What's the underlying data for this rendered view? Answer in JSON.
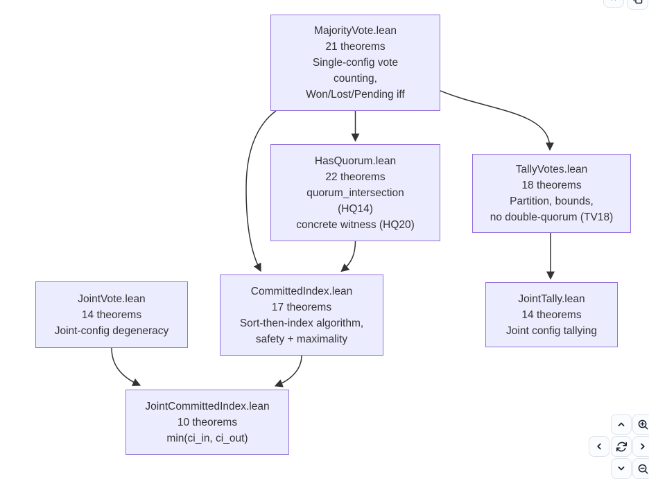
{
  "theme": {
    "canvas_bg": "#ffffff",
    "node_fill": "#ECECFF",
    "node_border": "#9370DB",
    "node_text": "#333333",
    "edge_color": "#333333"
  },
  "diagram": {
    "nodes": [
      {
        "id": "MajorityVote.lean",
        "lines": [
          "MajorityVote.lean",
          "21 theorems",
          "Single-config vote",
          "counting,",
          "Won/Lost/Pending iff"
        ]
      },
      {
        "id": "HasQuorum.lean",
        "lines": [
          "HasQuorum.lean",
          "22 theorems",
          "quorum_intersection",
          "(HQ14)",
          "concrete witness (HQ20)"
        ]
      },
      {
        "id": "TallyVotes.lean",
        "lines": [
          "TallyVotes.lean",
          "18 theorems",
          "Partition, bounds,",
          "no double-quorum (TV18)"
        ]
      },
      {
        "id": "CommittedIndex.lean",
        "lines": [
          "CommittedIndex.lean",
          "17 theorems",
          "Sort-then-index algorithm,",
          "safety + maximality"
        ]
      },
      {
        "id": "JointVote.lean",
        "lines": [
          "JointVote.lean",
          "14 theorems",
          "Joint-config degeneracy"
        ]
      },
      {
        "id": "JointTally.lean",
        "lines": [
          "JointTally.lean",
          "14 theorems",
          "Joint config tallying"
        ]
      },
      {
        "id": "JointCommittedIndex.lean",
        "lines": [
          "JointCommittedIndex.lean",
          "10 theorems",
          "min(ci_in, ci_out)"
        ]
      }
    ],
    "edges": [
      {
        "from": "MajorityVote.lean",
        "to": "HasQuorum.lean"
      },
      {
        "from": "MajorityVote.lean",
        "to": "TallyVotes.lean"
      },
      {
        "from": "MajorityVote.lean",
        "to": "CommittedIndex.lean"
      },
      {
        "from": "HasQuorum.lean",
        "to": "CommittedIndex.lean"
      },
      {
        "from": "TallyVotes.lean",
        "to": "JointTally.lean"
      },
      {
        "from": "JointVote.lean",
        "to": "JointCommittedIndex.lean"
      },
      {
        "from": "CommittedIndex.lean",
        "to": "JointCommittedIndex.lean"
      }
    ]
  },
  "toolbar": {
    "icons": [
      "code-icon",
      "copy-icon"
    ]
  },
  "pan_zoom_controls": {
    "icons": [
      "chevron-up-icon",
      "zoom-in-icon",
      "chevron-left-icon",
      "refresh-icon",
      "chevron-right-icon",
      "chevron-down-icon",
      "zoom-out-icon"
    ]
  }
}
